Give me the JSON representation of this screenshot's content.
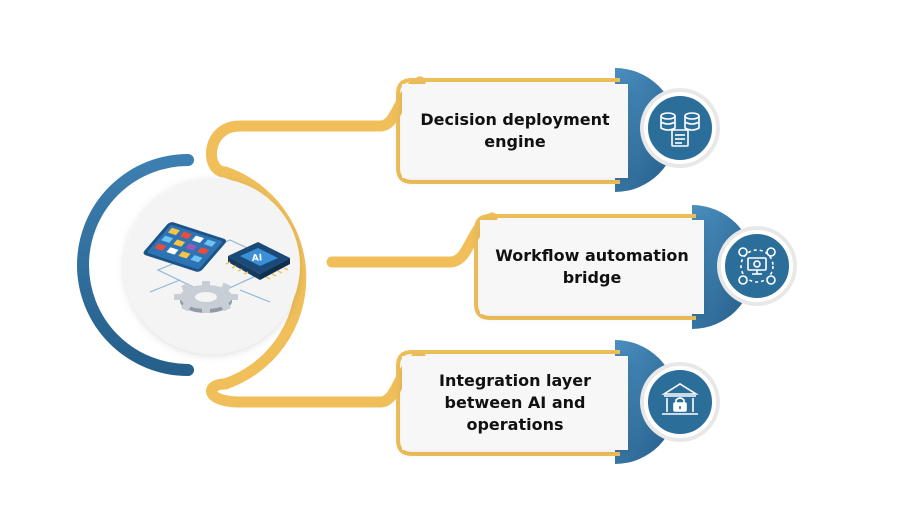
{
  "diagram": {
    "center_icon": "phone-ai-chip-gear-illustration",
    "chip_label": "AI",
    "colors": {
      "connector": "#f0bf5a",
      "accent_blue": "#2c6e9a",
      "accent_blue_light": "#4a8fc0",
      "card_bg": "#f7f7f7"
    },
    "items": [
      {
        "label": "Decision deployment engine",
        "icon": "database-document-icon"
      },
      {
        "label": "Workflow automation bridge",
        "icon": "network-monitor-icon"
      },
      {
        "label": "Integration layer between AI and operations",
        "icon": "bank-lock-icon"
      }
    ]
  }
}
